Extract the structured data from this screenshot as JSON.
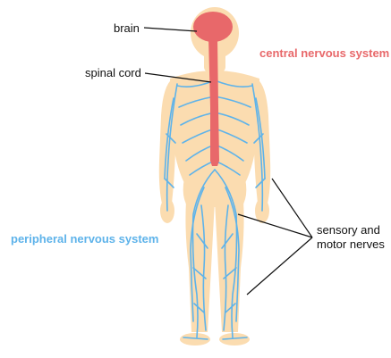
{
  "labels": {
    "brain": "brain",
    "spinal_cord": "spinal cord",
    "central": "central nervous system",
    "peripheral": "peripheral nervous system",
    "nerves_line1": "sensory and",
    "nerves_line2": "motor nerves"
  },
  "colors": {
    "skin": "#fbdcb0",
    "nerve": "#5eb3ea",
    "cns": "#e8686a",
    "central_label": "#e8686a",
    "peripheral_label": "#5eb3ea",
    "leader_line": "#111111"
  }
}
